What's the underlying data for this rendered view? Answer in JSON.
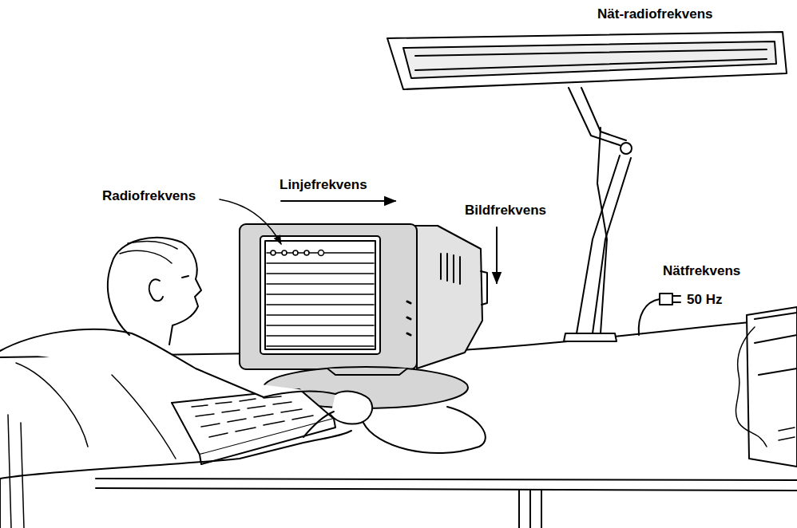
{
  "diagram": {
    "labels": [
      "Nät-radiofrekvens",
      "Linjefrekvens",
      "Radiofrekvens",
      "Bildfrekvens",
      "Nätfrekvens",
      "50 Hz"
    ]
  }
}
